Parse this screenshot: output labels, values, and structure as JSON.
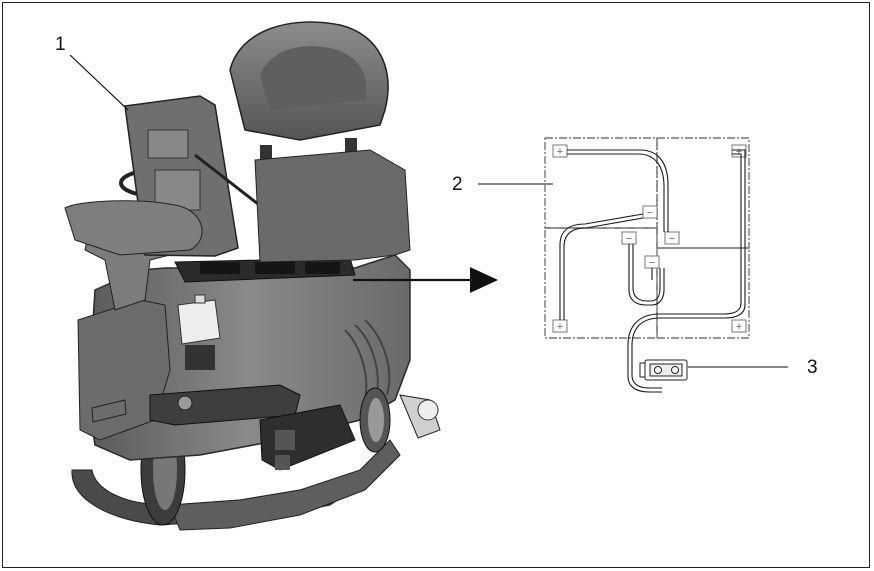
{
  "callouts": {
    "c1": "1",
    "c2": "2",
    "c3": "3"
  },
  "illustration": {
    "machine": "ride-on-floor-scrubber",
    "detail": "battery-wiring-schematic",
    "battery_terminal_signs": {
      "positive": "+",
      "negative": "−"
    }
  },
  "colors": {
    "frame": "#222222",
    "machine_body": "#7a7a7a",
    "machine_shadow": "#3a3a3a",
    "wire": "#1a1a1a",
    "battery_outline": "#777777"
  }
}
